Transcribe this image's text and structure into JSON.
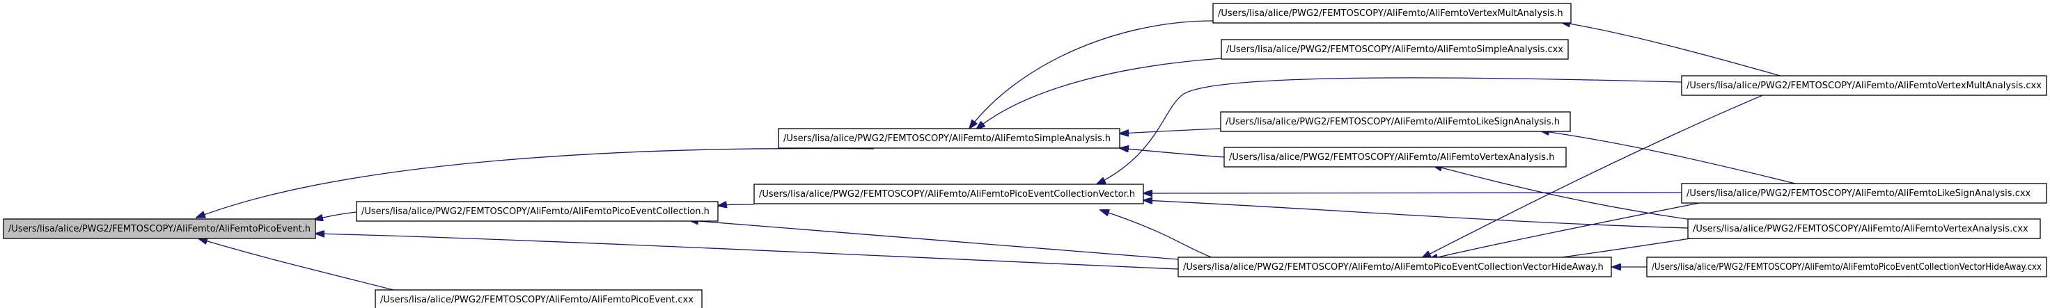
{
  "diagram": {
    "type": "include-dependency-graph",
    "colors": {
      "edge": "#191970",
      "root_fill": "#bfbfbf",
      "node_fill": "#ffffff",
      "border": "#000000"
    },
    "nodes": [
      {
        "id": "n0",
        "label": "/Users/lisa/alice/PWG2/FEMTOSCOPY/AliFemto/AliFemtoPicoEvent.h",
        "root": true
      },
      {
        "id": "n1",
        "label": "/Users/lisa/alice/PWG2/FEMTOSCOPY/AliFemto/AliFemtoSimpleAnalysis.h"
      },
      {
        "id": "n2",
        "label": "/Users/lisa/alice/PWG2/FEMTOSCOPY/AliFemto/AliFemtoPicoEventCollection.h"
      },
      {
        "id": "n3",
        "label": "/Users/lisa/alice/PWG2/FEMTOSCOPY/AliFemto/AliFemtoPicoEvent.cxx"
      },
      {
        "id": "n4",
        "label": "/Users/lisa/alice/PWG2/FEMTOSCOPY/AliFemto/AliFemtoPicoEventCollectionVector.h"
      },
      {
        "id": "n5",
        "label": "/Users/lisa/alice/PWG2/FEMTOSCOPY/AliFemto/AliFemtoVertexMultAnalysis.h"
      },
      {
        "id": "n6",
        "label": "/Users/lisa/alice/PWG2/FEMTOSCOPY/AliFemto/AliFemtoSimpleAnalysis.cxx"
      },
      {
        "id": "n7",
        "label": "/Users/lisa/alice/PWG2/FEMTOSCOPY/AliFemto/AliFemtoLikeSignAnalysis.h"
      },
      {
        "id": "n8",
        "label": "/Users/lisa/alice/PWG2/FEMTOSCOPY/AliFemto/AliFemtoVertexAnalysis.h"
      },
      {
        "id": "n9",
        "label": "/Users/lisa/alice/PWG2/FEMTOSCOPY/AliFemto/AliFemtoPicoEventCollectionVectorHideAway.h"
      },
      {
        "id": "n10",
        "label": "/Users/lisa/alice/PWG2/FEMTOSCOPY/AliFemto/AliFemtoVertexMultAnalysis.cxx"
      },
      {
        "id": "n11",
        "label": "/Users/lisa/alice/PWG2/FEMTOSCOPY/AliFemto/AliFemtoLikeSignAnalysis.cxx"
      },
      {
        "id": "n12",
        "label": "/Users/lisa/alice/PWG2/FEMTOSCOPY/AliFemto/AliFemtoVertexAnalysis.cxx"
      },
      {
        "id": "n13",
        "label": "/Users/lisa/alice/PWG2/FEMTOSCOPY/AliFemto/AliFemtoPicoEventCollectionVectorHideAway.cxx"
      }
    ],
    "edges": [
      {
        "from": "n1",
        "to": "n0"
      },
      {
        "from": "n2",
        "to": "n0"
      },
      {
        "from": "n3",
        "to": "n0"
      },
      {
        "from": "n9",
        "to": "n0"
      },
      {
        "from": "n4",
        "to": "n2"
      },
      {
        "from": "n9",
        "to": "n2"
      },
      {
        "from": "n5",
        "to": "n1"
      },
      {
        "from": "n6",
        "to": "n1"
      },
      {
        "from": "n7",
        "to": "n1"
      },
      {
        "from": "n8",
        "to": "n1"
      },
      {
        "from": "n10",
        "to": "n4"
      },
      {
        "from": "n11",
        "to": "n4"
      },
      {
        "from": "n12",
        "to": "n4"
      },
      {
        "from": "n9",
        "to": "n4"
      },
      {
        "from": "n10",
        "to": "n5"
      },
      {
        "from": "n11",
        "to": "n7"
      },
      {
        "from": "n12",
        "to": "n8"
      },
      {
        "from": "n10",
        "to": "n9"
      },
      {
        "from": "n11",
        "to": "n9"
      },
      {
        "from": "n12",
        "to": "n9"
      },
      {
        "from": "n13",
        "to": "n9"
      }
    ]
  }
}
